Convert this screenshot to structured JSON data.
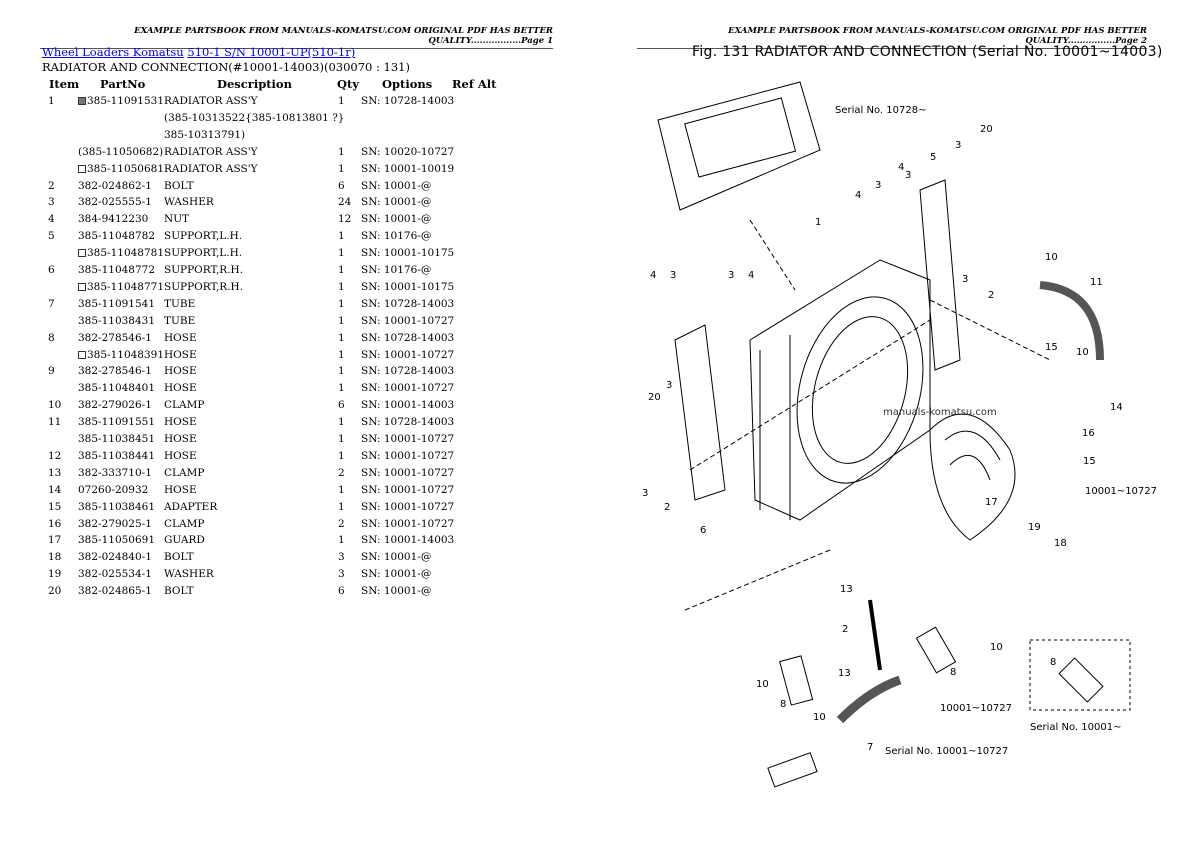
{
  "header_left": "EXAMPLE PARTSBOOK FROM MANUALS-KOMATSU.COM ORIGINAL PDF HAS BETTER QUALITY.................Page 1",
  "header_right": "EXAMPLE PARTSBOOK FROM MANUALS-KOMATSU.COM ORIGINAL PDF HAS BETTER QUALITY................Page 2",
  "breadcrumb": {
    "link1": "Wheel Loaders Komatsu",
    "link2": "510-1 S/N 10001-UP(510-1r)"
  },
  "subtitle": "RADIATOR AND CONNECTION(#10001-14003)(030070 : 131)",
  "columns": {
    "item": "Item",
    "partno": "PartNo",
    "description": "Description",
    "qty": "Qty",
    "options": "Options",
    "refalt": "Ref Alt"
  },
  "rows": [
    {
      "item": "1",
      "mark": "filled",
      "part": "385-11091531",
      "desc": "RADIATOR ASS'Y",
      "qty": "1",
      "opt": "SN: 10728-14003"
    },
    {
      "item": "",
      "mark": "",
      "part": "",
      "desc": "(385-10313522{385-10813801 ?}",
      "qty": "",
      "opt": ""
    },
    {
      "item": "",
      "mark": "",
      "part": "",
      "desc": "385-10313791)",
      "qty": "",
      "opt": ""
    },
    {
      "item": "",
      "mark": "",
      "part": "(385-11050682)",
      "desc": "RADIATOR ASS'Y",
      "qty": "1",
      "opt": "SN: 10020-10727"
    },
    {
      "item": "",
      "mark": "empty",
      "part": "385-11050681",
      "desc": "RADIATOR ASS'Y",
      "qty": "1",
      "opt": "SN: 10001-10019"
    },
    {
      "item": "2",
      "mark": "",
      "part": "382-024862-1",
      "desc": "BOLT",
      "qty": "6",
      "opt": "SN: 10001-@"
    },
    {
      "item": "3",
      "mark": "",
      "part": "382-025555-1",
      "desc": "WASHER",
      "qty": "24",
      "opt": "SN: 10001-@"
    },
    {
      "item": "4",
      "mark": "",
      "part": "384-9412230",
      "desc": "NUT",
      "qty": "12",
      "opt": "SN: 10001-@"
    },
    {
      "item": "5",
      "mark": "",
      "part": "385-11048782",
      "desc": "SUPPORT,L.H.",
      "qty": "1",
      "opt": "SN: 10176-@"
    },
    {
      "item": "",
      "mark": "empty",
      "part": "385-11048781",
      "desc": "SUPPORT,L.H.",
      "qty": "1",
      "opt": "SN: 10001-10175"
    },
    {
      "item": "6",
      "mark": "",
      "part": "385-11048772",
      "desc": "SUPPORT,R.H.",
      "qty": "1",
      "opt": "SN: 10176-@"
    },
    {
      "item": "",
      "mark": "empty",
      "part": "385-11048771",
      "desc": "SUPPORT,R.H.",
      "qty": "1",
      "opt": "SN: 10001-10175"
    },
    {
      "item": "7",
      "mark": "",
      "part": "385-11091541",
      "desc": "TUBE",
      "qty": "1",
      "opt": "SN: 10728-14003"
    },
    {
      "item": "",
      "mark": "",
      "part": "385-11038431",
      "desc": "TUBE",
      "qty": "1",
      "opt": "SN: 10001-10727"
    },
    {
      "item": "8",
      "mark": "",
      "part": "382-278546-1",
      "desc": "HOSE",
      "qty": "1",
      "opt": "SN: 10728-14003"
    },
    {
      "item": "",
      "mark": "empty",
      "part": "385-11048391",
      "desc": "HOSE",
      "qty": "1",
      "opt": "SN: 10001-10727"
    },
    {
      "item": "9",
      "mark": "",
      "part": "382-278546-1",
      "desc": "HOSE",
      "qty": "1",
      "opt": "SN: 10728-14003"
    },
    {
      "item": "",
      "mark": "",
      "part": "385-11048401",
      "desc": "HOSE",
      "qty": "1",
      "opt": "SN: 10001-10727"
    },
    {
      "item": "10",
      "mark": "",
      "part": "382-279026-1",
      "desc": "CLAMP",
      "qty": "6",
      "opt": "SN: 10001-14003"
    },
    {
      "item": "11",
      "mark": "",
      "part": "385-11091551",
      "desc": "HOSE",
      "qty": "1",
      "opt": "SN: 10728-14003"
    },
    {
      "item": "",
      "mark": "",
      "part": "385-11038451",
      "desc": "HOSE",
      "qty": "1",
      "opt": "SN: 10001-10727"
    },
    {
      "item": "12",
      "mark": "",
      "part": "385-11038441",
      "desc": "HOSE",
      "qty": "1",
      "opt": "SN: 10001-10727"
    },
    {
      "item": "13",
      "mark": "",
      "part": "382-333710-1",
      "desc": "CLAMP",
      "qty": "2",
      "opt": "SN: 10001-10727"
    },
    {
      "item": "14",
      "mark": "",
      "part": "07260-20932",
      "desc": "HOSE",
      "qty": "1",
      "opt": "SN: 10001-10727"
    },
    {
      "item": "15",
      "mark": "",
      "part": "385-11038461",
      "desc": "ADAPTER",
      "qty": "1",
      "opt": "SN: 10001-10727"
    },
    {
      "item": "16",
      "mark": "",
      "part": "382-279025-1",
      "desc": "CLAMP",
      "qty": "2",
      "opt": "SN: 10001-10727"
    },
    {
      "item": "17",
      "mark": "",
      "part": "385-11050691",
      "desc": "GUARD",
      "qty": "1",
      "opt": "SN: 10001-14003"
    },
    {
      "item": "18",
      "mark": "",
      "part": "382-024840-1",
      "desc": "BOLT",
      "qty": "3",
      "opt": "SN: 10001-@"
    },
    {
      "item": "19",
      "mark": "",
      "part": "382-025534-1",
      "desc": "WASHER",
      "qty": "3",
      "opt": "SN: 10001-@"
    },
    {
      "item": "20",
      "mark": "",
      "part": "382-024865-1",
      "desc": "BOLT",
      "qty": "6",
      "opt": "SN: 10001-@"
    }
  ],
  "figure": {
    "title": "Fig. 131  RADIATOR  AND  CONNECTION (Serial No. 10001~14003)",
    "watermark": "manuals-komatsu.com",
    "serial_notes": [
      "Serial No. 10728~",
      "10001~10727",
      "Serial No. 10001~10727",
      "Serial No. 10001~"
    ],
    "callouts": [
      "20",
      "5",
      "3",
      "3",
      "4",
      "3",
      "4",
      "1",
      "4",
      "3",
      "3",
      "4",
      "3",
      "2",
      "10",
      "11",
      "15",
      "10",
      "14",
      "16",
      "15",
      "20",
      "3",
      "3",
      "2",
      "6",
      "19",
      "18",
      "17",
      "13",
      "2",
      "13",
      "10",
      "8",
      "10",
      "8",
      "10",
      "7",
      "8"
    ]
  }
}
